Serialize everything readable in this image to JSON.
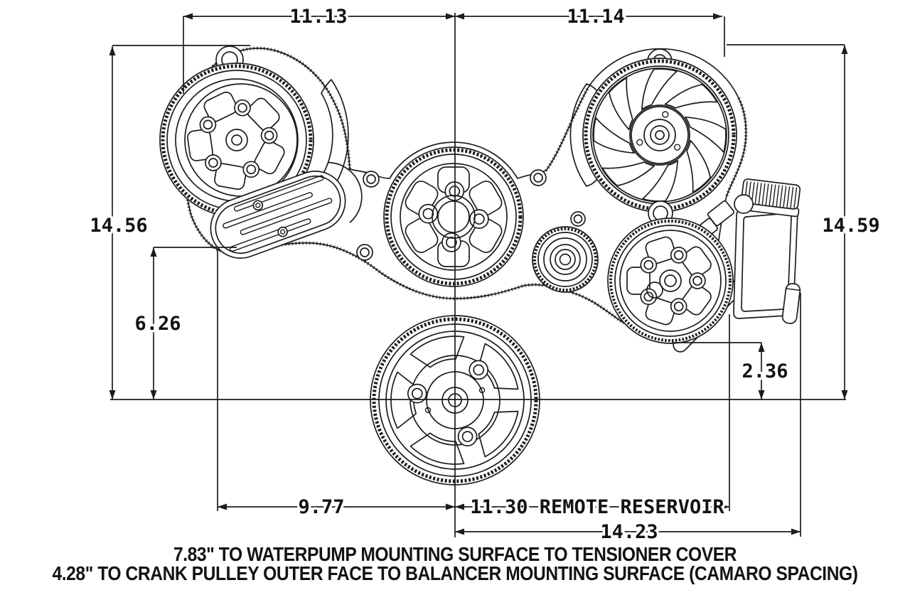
{
  "drawing": {
    "dimensions": {
      "top_left": "11.13",
      "top_right": "11.14",
      "left_overall": "14.56",
      "right_overall": "14.59",
      "tensioner_cover_to_crank": "6.26",
      "pump_to_crank": "2.36",
      "crank_to_tensioner": "9.77",
      "crank_to_reservoir": "11.30 REMOTE RESERVOIR",
      "crank_to_reservoir_outer": "14.23"
    },
    "notes": [
      "7.83\" TO WATERPUMP MOUNTING SURFACE TO TENSIONER COVER",
      "4.28\" TO CRANK PULLEY OUTER FACE TO BALANCER MOUNTING SURFACE (CAMARO SPACING)"
    ],
    "colors": {
      "line": "#1c1c1c",
      "background": "#ffffff"
    }
  }
}
